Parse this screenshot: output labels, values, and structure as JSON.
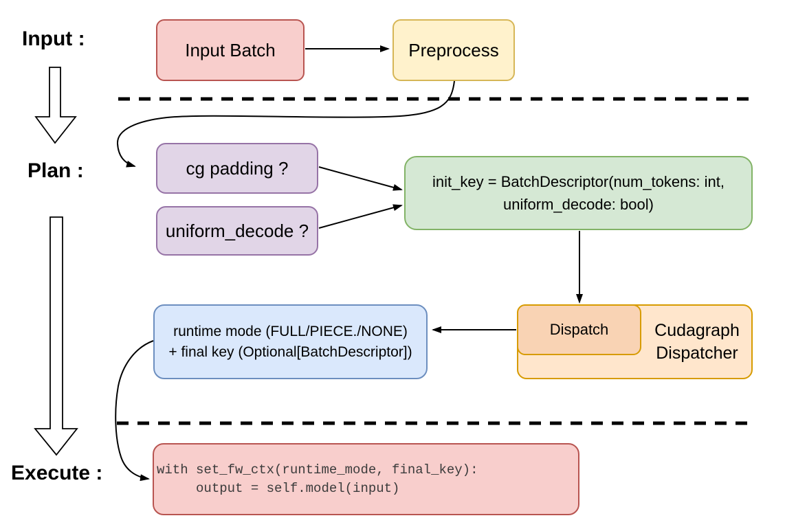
{
  "palette": {
    "red_fill": "#F8CECC",
    "red_stroke": "#B85450",
    "yellow_fill": "#FFF2CC",
    "yellow_stroke": "#D6B656",
    "purple_fill": "#E1D5E7",
    "purple_stroke": "#9673A6",
    "green_fill": "#D5E8D4",
    "green_stroke": "#82B366",
    "blue_fill": "#DAE8FC",
    "blue_stroke": "#6C8EBF",
    "orange_fill": "#FFE6CC",
    "orange_stroke": "#D79B00",
    "peach_fill": "#F9D3B4"
  },
  "stages": {
    "input": {
      "label": "Input :"
    },
    "plan": {
      "label": "Plan :"
    },
    "execute": {
      "label": "Execute :"
    }
  },
  "nodes": {
    "input_batch": {
      "label": "Input Batch"
    },
    "preprocess": {
      "label": "Preprocess"
    },
    "cg_padding": {
      "label": "cg padding ?"
    },
    "uniform_decode": {
      "label": "uniform_decode ?"
    },
    "init_key": {
      "line1": "init_key = BatchDescriptor(num_tokens: int,",
      "line2": "uniform_decode: bool)"
    },
    "runtime_key": {
      "line1": "runtime mode (FULL/PIECE./NONE)",
      "line2": "+ final key (Optional[BatchDescriptor])"
    },
    "dispatch": {
      "label": "Dispatch"
    },
    "cudagraph_dispatcher": {
      "line1": "Cudagraph",
      "line2": "Dispatcher"
    },
    "execute_code": {
      "line1": "with set_fw_ctx(runtime_mode, final_key):",
      "line2": "     output = self.model(input)"
    }
  }
}
